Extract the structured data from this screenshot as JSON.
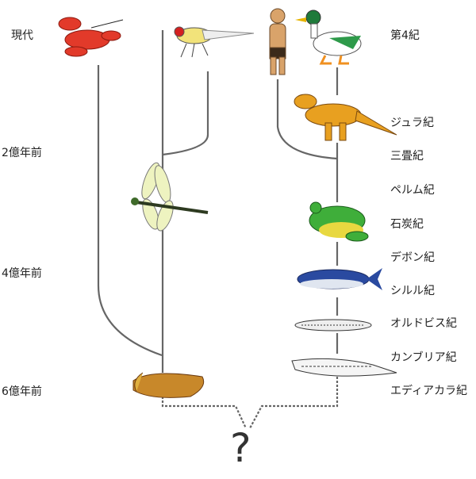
{
  "time_labels": [
    "現代",
    "2億年前",
    "4億年前",
    "6億年前"
  ],
  "period_labels": [
    "第4紀",
    "ジュラ紀",
    "三畳紀",
    "ペルム紀",
    "石炭紀",
    "デボン紀",
    "シルル紀",
    "オルドビス紀",
    "カンブリア紀",
    "エディアカラ紀"
  ],
  "root_label": "?",
  "colors": {
    "line": "#666666",
    "text": "#222222"
  }
}
